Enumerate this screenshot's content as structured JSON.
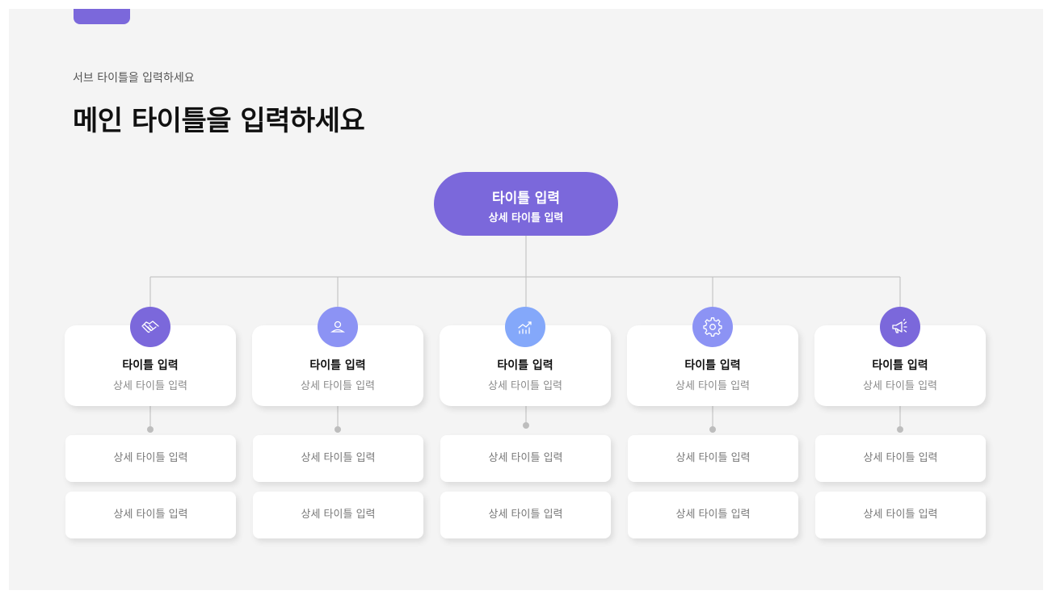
{
  "header": {
    "sub_title": "서브 타이틀을 입력하세요",
    "main_title": "메인 타이틀을 입력하세요"
  },
  "root": {
    "title": "타이틀 입력",
    "subtitle": "상세 타이틀 입력"
  },
  "colors": {
    "primary": "#7b68db",
    "secondary": "#8c93f4",
    "tertiary": "#84a8fa",
    "background": "#f4f4f4"
  },
  "branches": [
    {
      "title": "타이틀 입력",
      "subtitle": "상세 타이틀 입력",
      "icon": "handshake-icon",
      "color": "#7b68db",
      "details": [
        "상세 타이틀 입력",
        "상세 타이틀 입력"
      ]
    },
    {
      "title": "타이틀 입력",
      "subtitle": "상세 타이틀 입력",
      "icon": "user-icon",
      "color": "#8c93f4",
      "details": [
        "상세 타이틀 입력",
        "상세 타이틀 입력"
      ]
    },
    {
      "title": "타이틀 입력",
      "subtitle": "상세 타이틀 입력",
      "icon": "chart-icon",
      "color": "#84a8fa",
      "details": [
        "상세 타이틀 입력",
        "상세 타이틀 입력"
      ]
    },
    {
      "title": "타이틀 입력",
      "subtitle": "상세 타이틀 입력",
      "icon": "gear-icon",
      "color": "#8c93f4",
      "details": [
        "상세 타이틀 입력",
        "상세 타이틀 입력"
      ]
    },
    {
      "title": "타이틀 입력",
      "subtitle": "상세 타이틀 입력",
      "icon": "megaphone-icon",
      "color": "#7b68db",
      "details": [
        "상세 타이틀 입력",
        "상세 타이틀 입력"
      ]
    }
  ]
}
